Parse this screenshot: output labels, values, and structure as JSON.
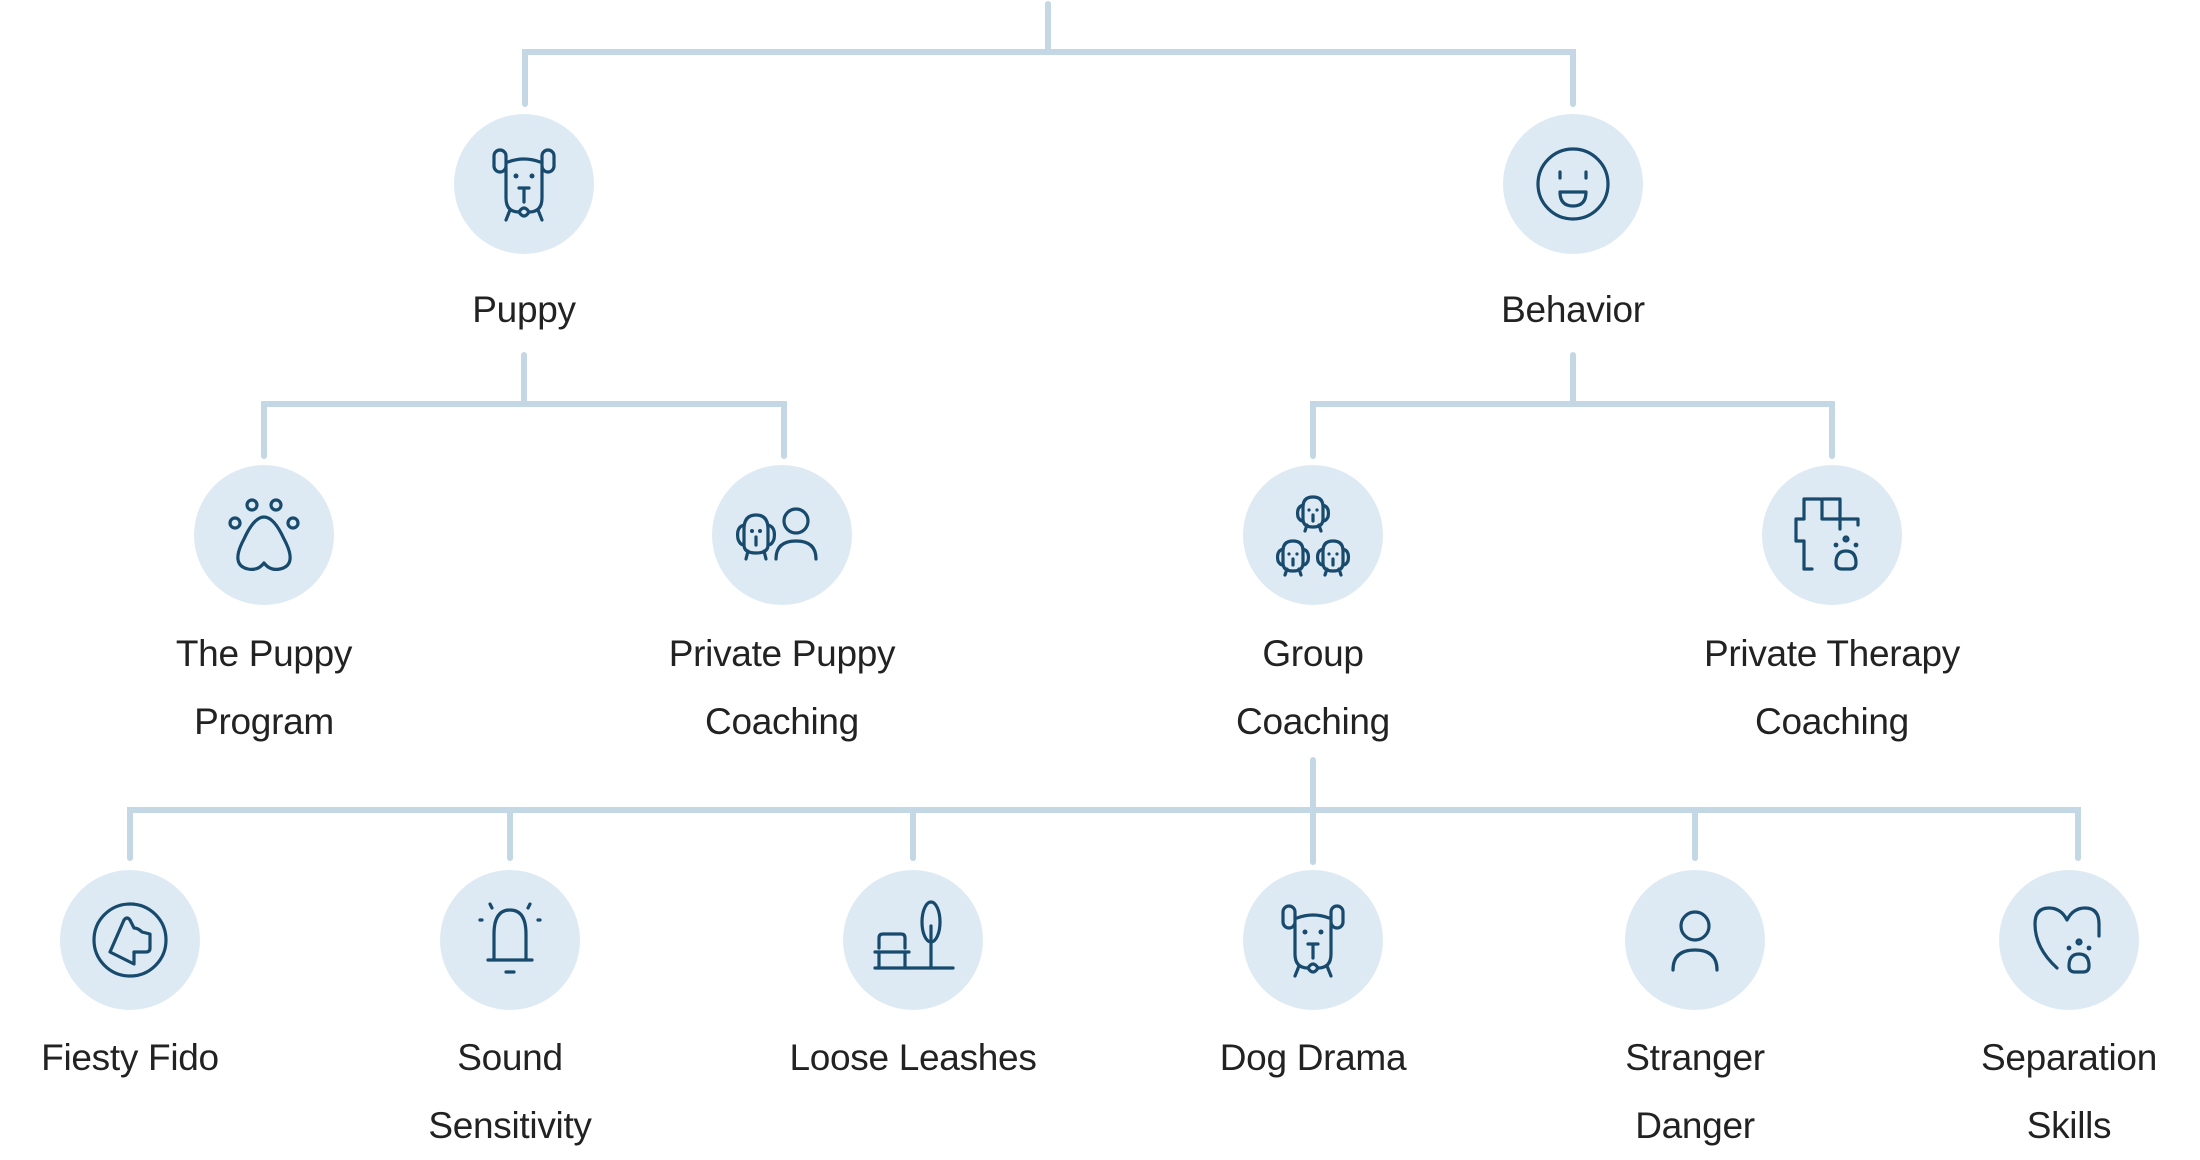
{
  "diagram": {
    "type": "tree",
    "colors": {
      "connector": "#c3d7e5",
      "node_fill": "#deeaf3",
      "icon_stroke": "#184a6d",
      "text": "#222222"
    },
    "nodes": {
      "puppy": {
        "label_lines": [
          "Puppy"
        ],
        "icon": "dog-face-icon"
      },
      "behavior": {
        "label_lines": [
          "Behavior"
        ],
        "icon": "smiley-face-icon"
      },
      "puppy_program": {
        "label_lines": [
          "The Puppy",
          "Program"
        ],
        "icon": "paw-print-icon"
      },
      "private_puppy": {
        "label_lines": [
          "Private Puppy",
          "Coaching"
        ],
        "icon": "dog-and-person-icon"
      },
      "group_coaching": {
        "label_lines": [
          "Group",
          "Coaching"
        ],
        "icon": "three-dogs-icon"
      },
      "private_therapy": {
        "label_lines": [
          "Private Therapy",
          "Coaching"
        ],
        "icon": "medical-cross-paw-icon"
      },
      "fiesty_fido": {
        "label_lines": [
          "Fiesty Fido"
        ],
        "icon": "dog-profile-circle-icon"
      },
      "sound_sensitivity": {
        "label_lines": [
          "Sound",
          "Sensitivity"
        ],
        "icon": "alarm-bell-icon"
      },
      "loose_leashes": {
        "label_lines": [
          "Loose Leashes"
        ],
        "icon": "park-bench-tree-icon"
      },
      "dog_drama": {
        "label_lines": [
          "Dog Drama"
        ],
        "icon": "dog-face-icon"
      },
      "stranger_danger": {
        "label_lines": [
          "Stranger",
          "Danger"
        ],
        "icon": "person-icon"
      },
      "separation_skills": {
        "label_lines": [
          "Separation",
          "Skills"
        ],
        "icon": "heart-paw-icon"
      }
    },
    "edges": [
      [
        "root",
        "puppy"
      ],
      [
        "root",
        "behavior"
      ],
      [
        "puppy",
        "puppy_program"
      ],
      [
        "puppy",
        "private_puppy"
      ],
      [
        "behavior",
        "group_coaching"
      ],
      [
        "behavior",
        "private_therapy"
      ],
      [
        "group_coaching",
        "fiesty_fido"
      ],
      [
        "group_coaching",
        "sound_sensitivity"
      ],
      [
        "group_coaching",
        "loose_leashes"
      ],
      [
        "group_coaching",
        "dog_drama"
      ],
      [
        "group_coaching",
        "stranger_danger"
      ],
      [
        "group_coaching",
        "separation_skills"
      ]
    ]
  }
}
